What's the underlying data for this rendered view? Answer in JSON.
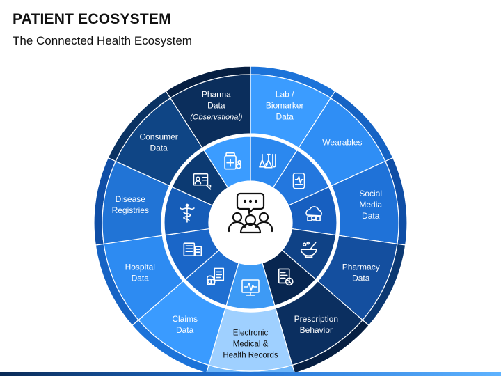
{
  "header": {
    "title": "PATIENT ECOSYSTEM",
    "subtitle": "The Connected Health Ecosystem"
  },
  "colors": {
    "center": "#ffffff",
    "icon_ring": "#ffffff",
    "outer_rim": "#0d3b78",
    "highlight": "#9fd0ff"
  },
  "center": {
    "icon": "people-chat-icon"
  },
  "segments": [
    {
      "id": "lab",
      "lines": [
        "Lab /",
        "Biomarker",
        "Data"
      ],
      "italic_line": "",
      "icon": "lab-flask-icon",
      "color": "#3b9cff",
      "icon_color": "#2b88ef",
      "rim_color": "#1c73d9",
      "dark_text": false
    },
    {
      "id": "wearables",
      "lines": [
        "Wearables"
      ],
      "italic_line": "",
      "icon": "wearable-device-icon",
      "color": "#2f8ef5",
      "icon_color": "#2377de",
      "rim_color": "#1663c4",
      "dark_text": false
    },
    {
      "id": "social",
      "lines": [
        "Social",
        "Media",
        "Data"
      ],
      "italic_line": "",
      "icon": "social-cloud-icon",
      "color": "#1f72d8",
      "icon_color": "#175fc0",
      "rim_color": "#0f4ea6",
      "dark_text": false
    },
    {
      "id": "pharmacy",
      "lines": [
        "Pharmacy",
        "Data"
      ],
      "italic_line": "",
      "icon": "mortar-pestle-icon",
      "color": "#144f9f",
      "icon_color": "#0f4286",
      "rim_color": "#0b3872",
      "dark_text": false
    },
    {
      "id": "prescription",
      "lines": [
        "Prescription",
        "Behavior"
      ],
      "italic_line": "",
      "icon": "prescription-icon",
      "color": "#0b2f60",
      "icon_color": "#082650",
      "rim_color": "#061f42",
      "dark_text": false
    },
    {
      "id": "ehr",
      "lines": [
        "Electronic",
        "Medical &",
        "Health Records"
      ],
      "italic_line": "",
      "icon": "ecg-monitor-icon",
      "color": "#9fd0ff",
      "icon_color": "#3d9af5",
      "rim_color": "#6eb6fa",
      "dark_text": true
    },
    {
      "id": "claims",
      "lines": [
        "Claims",
        "Data"
      ],
      "italic_line": "",
      "icon": "claims-money-icon",
      "color": "#3a9bff",
      "icon_color": "#1f6fd1",
      "rim_color": "#1c73d9",
      "dark_text": false
    },
    {
      "id": "hospital",
      "lines": [
        "Hospital",
        "Data"
      ],
      "italic_line": "",
      "icon": "hospital-building-icon",
      "color": "#2d8bf2",
      "icon_color": "#1a66c8",
      "rim_color": "#1663c4",
      "dark_text": false
    },
    {
      "id": "disease",
      "lines": [
        "Disease",
        "Registries"
      ],
      "italic_line": "",
      "icon": "caduceus-icon",
      "color": "#2174d6",
      "icon_color": "#165db8",
      "rim_color": "#0f4ea6",
      "dark_text": false
    },
    {
      "id": "consumer",
      "lines": [
        "Consumer",
        "Data"
      ],
      "italic_line": "",
      "icon": "consumer-profile-icon",
      "color": "#0f4585",
      "icon_color": "#0c3a72",
      "rim_color": "#0a3262",
      "dark_text": false
    },
    {
      "id": "pharma",
      "lines": [
        "Pharma",
        "Data"
      ],
      "italic_line": "(Observational)",
      "icon": "medicine-bottle-icon",
      "color": "#0b2e5c",
      "icon_color": "#3b9cff",
      "rim_color": "#061f42",
      "dark_text": false
    }
  ]
}
